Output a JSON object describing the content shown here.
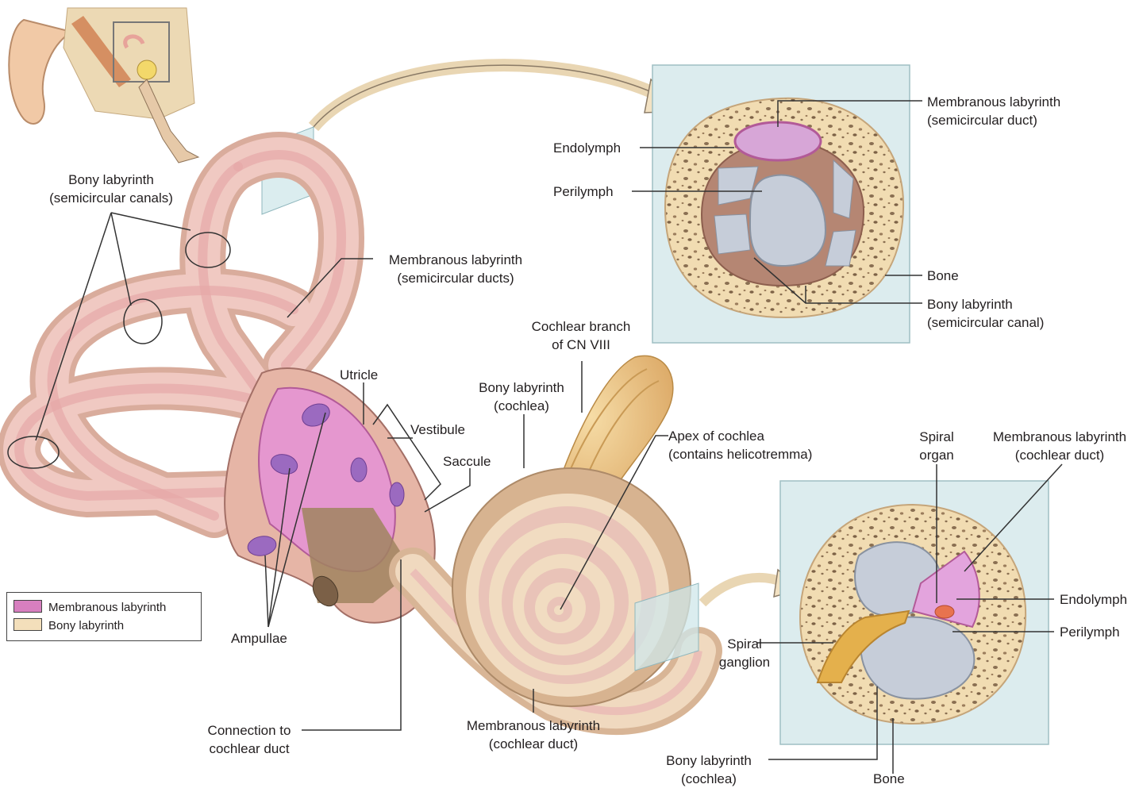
{
  "colors": {
    "membranous": "#d77fbf",
    "bony": "#f3dfbb",
    "perilymph": "#c4ccd8",
    "box": "#dcecee",
    "bone_pore": "#8a6f52",
    "nerve": "#eac27a",
    "leader": "#333333"
  },
  "labels": {
    "bony_semicircular_canals": [
      "Bony labyrinth",
      "(semicircular canals)"
    ],
    "membranous_semicircular_ducts": [
      "Membranous labyrinth",
      "(semicircular ducts)"
    ],
    "utricle": "Utricle",
    "vestibule": "Vestibule",
    "saccule": "Saccule",
    "cochlear_branch": [
      "Cochlear branch",
      "of CN VIII"
    ],
    "bony_cochlea": [
      "Bony labyrinth",
      "(cochlea)"
    ],
    "apex_of_cochlea": [
      "Apex of cochlea",
      "(contains helicotremma)"
    ],
    "ampullae": "Ampullae",
    "connection": [
      "Connection to",
      "cochlear duct"
    ],
    "membranous_cochlear_duct_bottom": [
      "Membranous labyrinth",
      "(cochlear duct)"
    ],
    "canal_section": {
      "membranous": [
        "Membranous labyrinth",
        "(semicircular duct)"
      ],
      "endolymph": "Endolymph",
      "perilymph": "Perilymph",
      "bone": "Bone",
      "bony": [
        "Bony labyrinth",
        "(semicircular canal)"
      ]
    },
    "cochlea_section": {
      "spiral_organ": [
        "Spiral",
        "organ"
      ],
      "membranous": [
        "Membranous labyrinth",
        "(cochlear duct)"
      ],
      "endolymph": "Endolymph",
      "perilymph": "Perilymph",
      "spiral_ganglion": [
        "Spiral",
        "ganglion"
      ],
      "bony": [
        "Bony labyrinth",
        "(cochlea)"
      ],
      "bone": "Bone"
    }
  },
  "legend": [
    {
      "label": "Membranous labyrinth",
      "color": "#d77fbf"
    },
    {
      "label": "Bony labyrinth",
      "color": "#f3dfbb"
    }
  ]
}
